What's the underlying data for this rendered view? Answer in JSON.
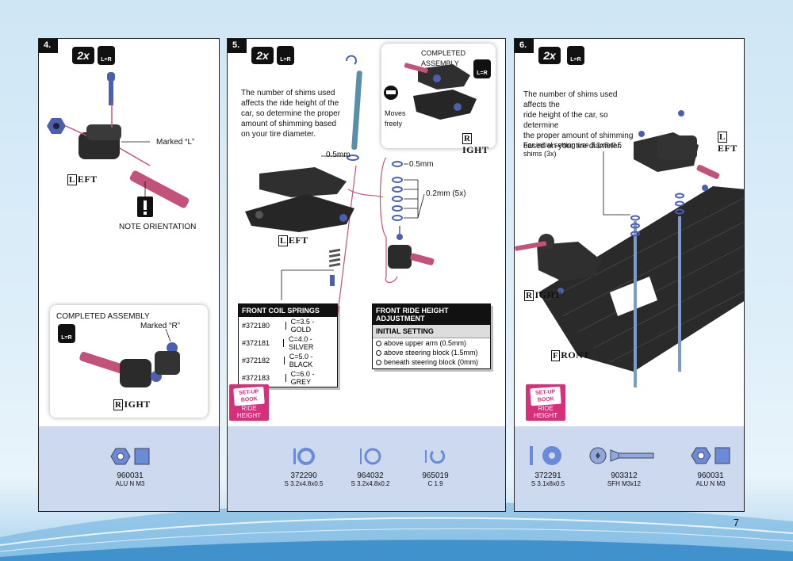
{
  "page_number": "7",
  "colors": {
    "accent": "#d6307a",
    "part_pink": "#c2527a",
    "part_blue": "#4a5fb0",
    "part_dark": "#2b2b2b",
    "bottom_band": "#ccd9ee"
  },
  "step4": {
    "number": "4.",
    "qty": "2x",
    "lr": "L=R",
    "marked_l": "Marked “L”",
    "left_ini": "L",
    "left_rest": "EFT",
    "note": "NOTE ORIENTATION",
    "completed_title": "COMPLETED ASSEMBLY",
    "marked_r": "Marked “R”",
    "right_ini": "R",
    "right_rest": "IGHT",
    "parts": [
      {
        "code": "960031",
        "desc": "ALU N M3"
      }
    ]
  },
  "step5": {
    "number": "5.",
    "qty": "2x",
    "lr": "L=R",
    "shim_text": [
      "The number of shims used",
      "affects the ride height of the",
      "car, so determine the proper",
      "amount of shimming based",
      "on your tire diameter."
    ],
    "shim_05_a": "0.5mm",
    "shim_05_b": "0.5mm",
    "shim_02": "0.2mm (5x)",
    "left_ini": "L",
    "left_rest": "EFT",
    "completed_title": "COMPLETED ASSEMBLY",
    "moves_freely": [
      "Moves",
      "freely"
    ],
    "right_ini": "R",
    "right_rest": "IGHT",
    "springs_title": "FRONT COIL SPRINGS",
    "springs": [
      {
        "code": "#372180",
        "desc": "C=3.5 - GOLD"
      },
      {
        "code": "#372181",
        "desc": "C=4.0 - SILVER"
      },
      {
        "code": "#372182",
        "desc": "C=5.0 - BLACK"
      },
      {
        "code": "#372183",
        "desc": "C=6.0 - GREY"
      }
    ],
    "ride_title": "FRONT RIDE HEIGHT ADJUSTMENT",
    "ride_sub": "INITIAL SETTING",
    "ride_rows": [
      "above upper arm (0.5mm)",
      "above steering block (1.5mm)",
      "beneath steering block (0mm)"
    ],
    "setup_book": [
      "SET-UP",
      "BOOK"
    ],
    "setup_caption": "RIDE HEIGHT",
    "parts": [
      {
        "code": "372290",
        "desc": "S 3.2x4.8x0.5"
      },
      {
        "code": "964032",
        "desc": "S 3.2x4.8x0.2"
      },
      {
        "code": "965019",
        "desc": "C 1.9"
      }
    ]
  },
  "step6": {
    "number": "6.",
    "qty": "2x",
    "lr": "L=R",
    "shim_text": [
      "The number of shims used affects the",
      "ride height of the car, so determine",
      "the proper amount of shimming",
      "based on your tire diameter."
    ],
    "initial_text": [
      "For initial setting use 3.1x8x0.5",
      "shims (3x)"
    ],
    "left_ini": "L",
    "left_rest": "EFT",
    "right_ini": "R",
    "right_rest": "IGHT",
    "front_ini": "F",
    "front_rest": "RONT",
    "setup_book": [
      "SET-UP",
      "BOOK"
    ],
    "setup_caption": "RIDE HEIGHT",
    "parts": [
      {
        "code": "372291",
        "desc": "S 3.1x8x0.5"
      },
      {
        "code": "903312",
        "desc": "SFH M3x12"
      },
      {
        "code": "960031",
        "desc": "ALU N M3"
      }
    ]
  }
}
